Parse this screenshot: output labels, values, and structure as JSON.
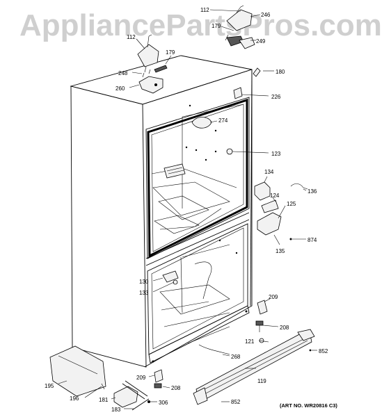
{
  "watermark": "AppliancePartsPros.com",
  "art_number": "(ART NO. WR20816 C3)",
  "callouts": [
    "112",
    "246",
    "179",
    "249",
    "112",
    "179",
    "248",
    "260",
    "180",
    "226",
    "274",
    "123",
    "134",
    "136",
    "124",
    "125",
    "874",
    "135",
    "130",
    "133",
    "209",
    "208",
    "121",
    "852",
    "268",
    "195",
    "196",
    "209",
    "208",
    "181",
    "306",
    "183",
    "119",
    "852"
  ]
}
